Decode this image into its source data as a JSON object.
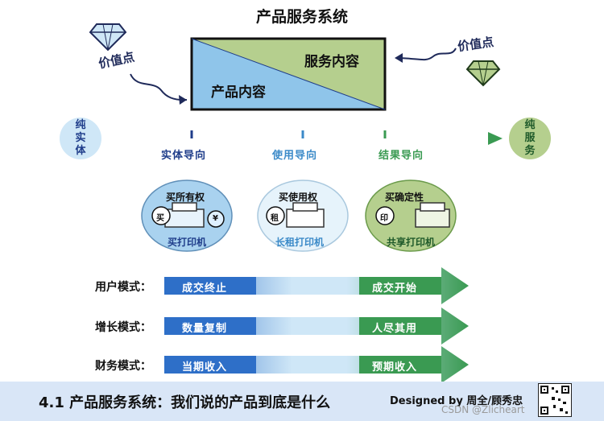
{
  "title": "产品服务系统",
  "value_point_left": "价值点",
  "value_point_right": "价值点",
  "box": {
    "service_content": "服务内容",
    "product_content": "产品内容"
  },
  "left_end": "纯实体",
  "right_end": "纯服务",
  "phases": [
    "实体导向",
    "使用导向",
    "结果导向"
  ],
  "clouds": [
    {
      "title": "买所有权",
      "seal": "买",
      "seal2": "¥",
      "subtitle": "买打印机"
    },
    {
      "title": "买使用权",
      "seal": "租",
      "subtitle": "长租打印机"
    },
    {
      "title": "买确定性",
      "seal": "印",
      "subtitle": "共享打印机"
    }
  ],
  "rows": [
    {
      "label": "用户模式：",
      "left": "成交终止",
      "right": "成交开始"
    },
    {
      "label": "增长模式：",
      "left": "数量复制",
      "right": "人尽其用"
    },
    {
      "label": "财务模式：",
      "left": "当期收入",
      "right": "预期收入"
    }
  ],
  "footer": {
    "title": "4.1 产品服务系统：我们说的产品到底是什么",
    "credit": "Designed by 周全/顾秀忠",
    "watermark": "CSDN @Zlicheart"
  },
  "colors": {
    "navy": "#1f3d8a",
    "blue": "#2e6fc8",
    "light_blue": "#8fc5ea",
    "green": "#3a9a52",
    "light_green": "#b5cf8e",
    "footer_bg": "#d9e6f7"
  }
}
